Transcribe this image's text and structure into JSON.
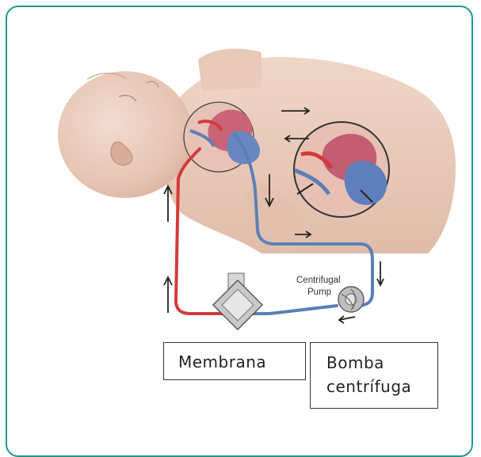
{
  "labels": {
    "pump_small": [
      "Centrifugal",
      "Pump"
    ],
    "membrana": "Membrana",
    "bomba_line1": "Bomba",
    "bomba_line2": "centrífuga"
  },
  "colors": {
    "frame": "#1f9a8c",
    "arterial": "#d33a3a",
    "venous": "#5a7fb8",
    "skin": "#e8c8b8"
  },
  "icons": [
    "infant-illustration",
    "heart-icon",
    "magnifier-circle",
    "oxygenator-membrane-icon",
    "centrifugal-pump-icon",
    "flow-arrow"
  ]
}
